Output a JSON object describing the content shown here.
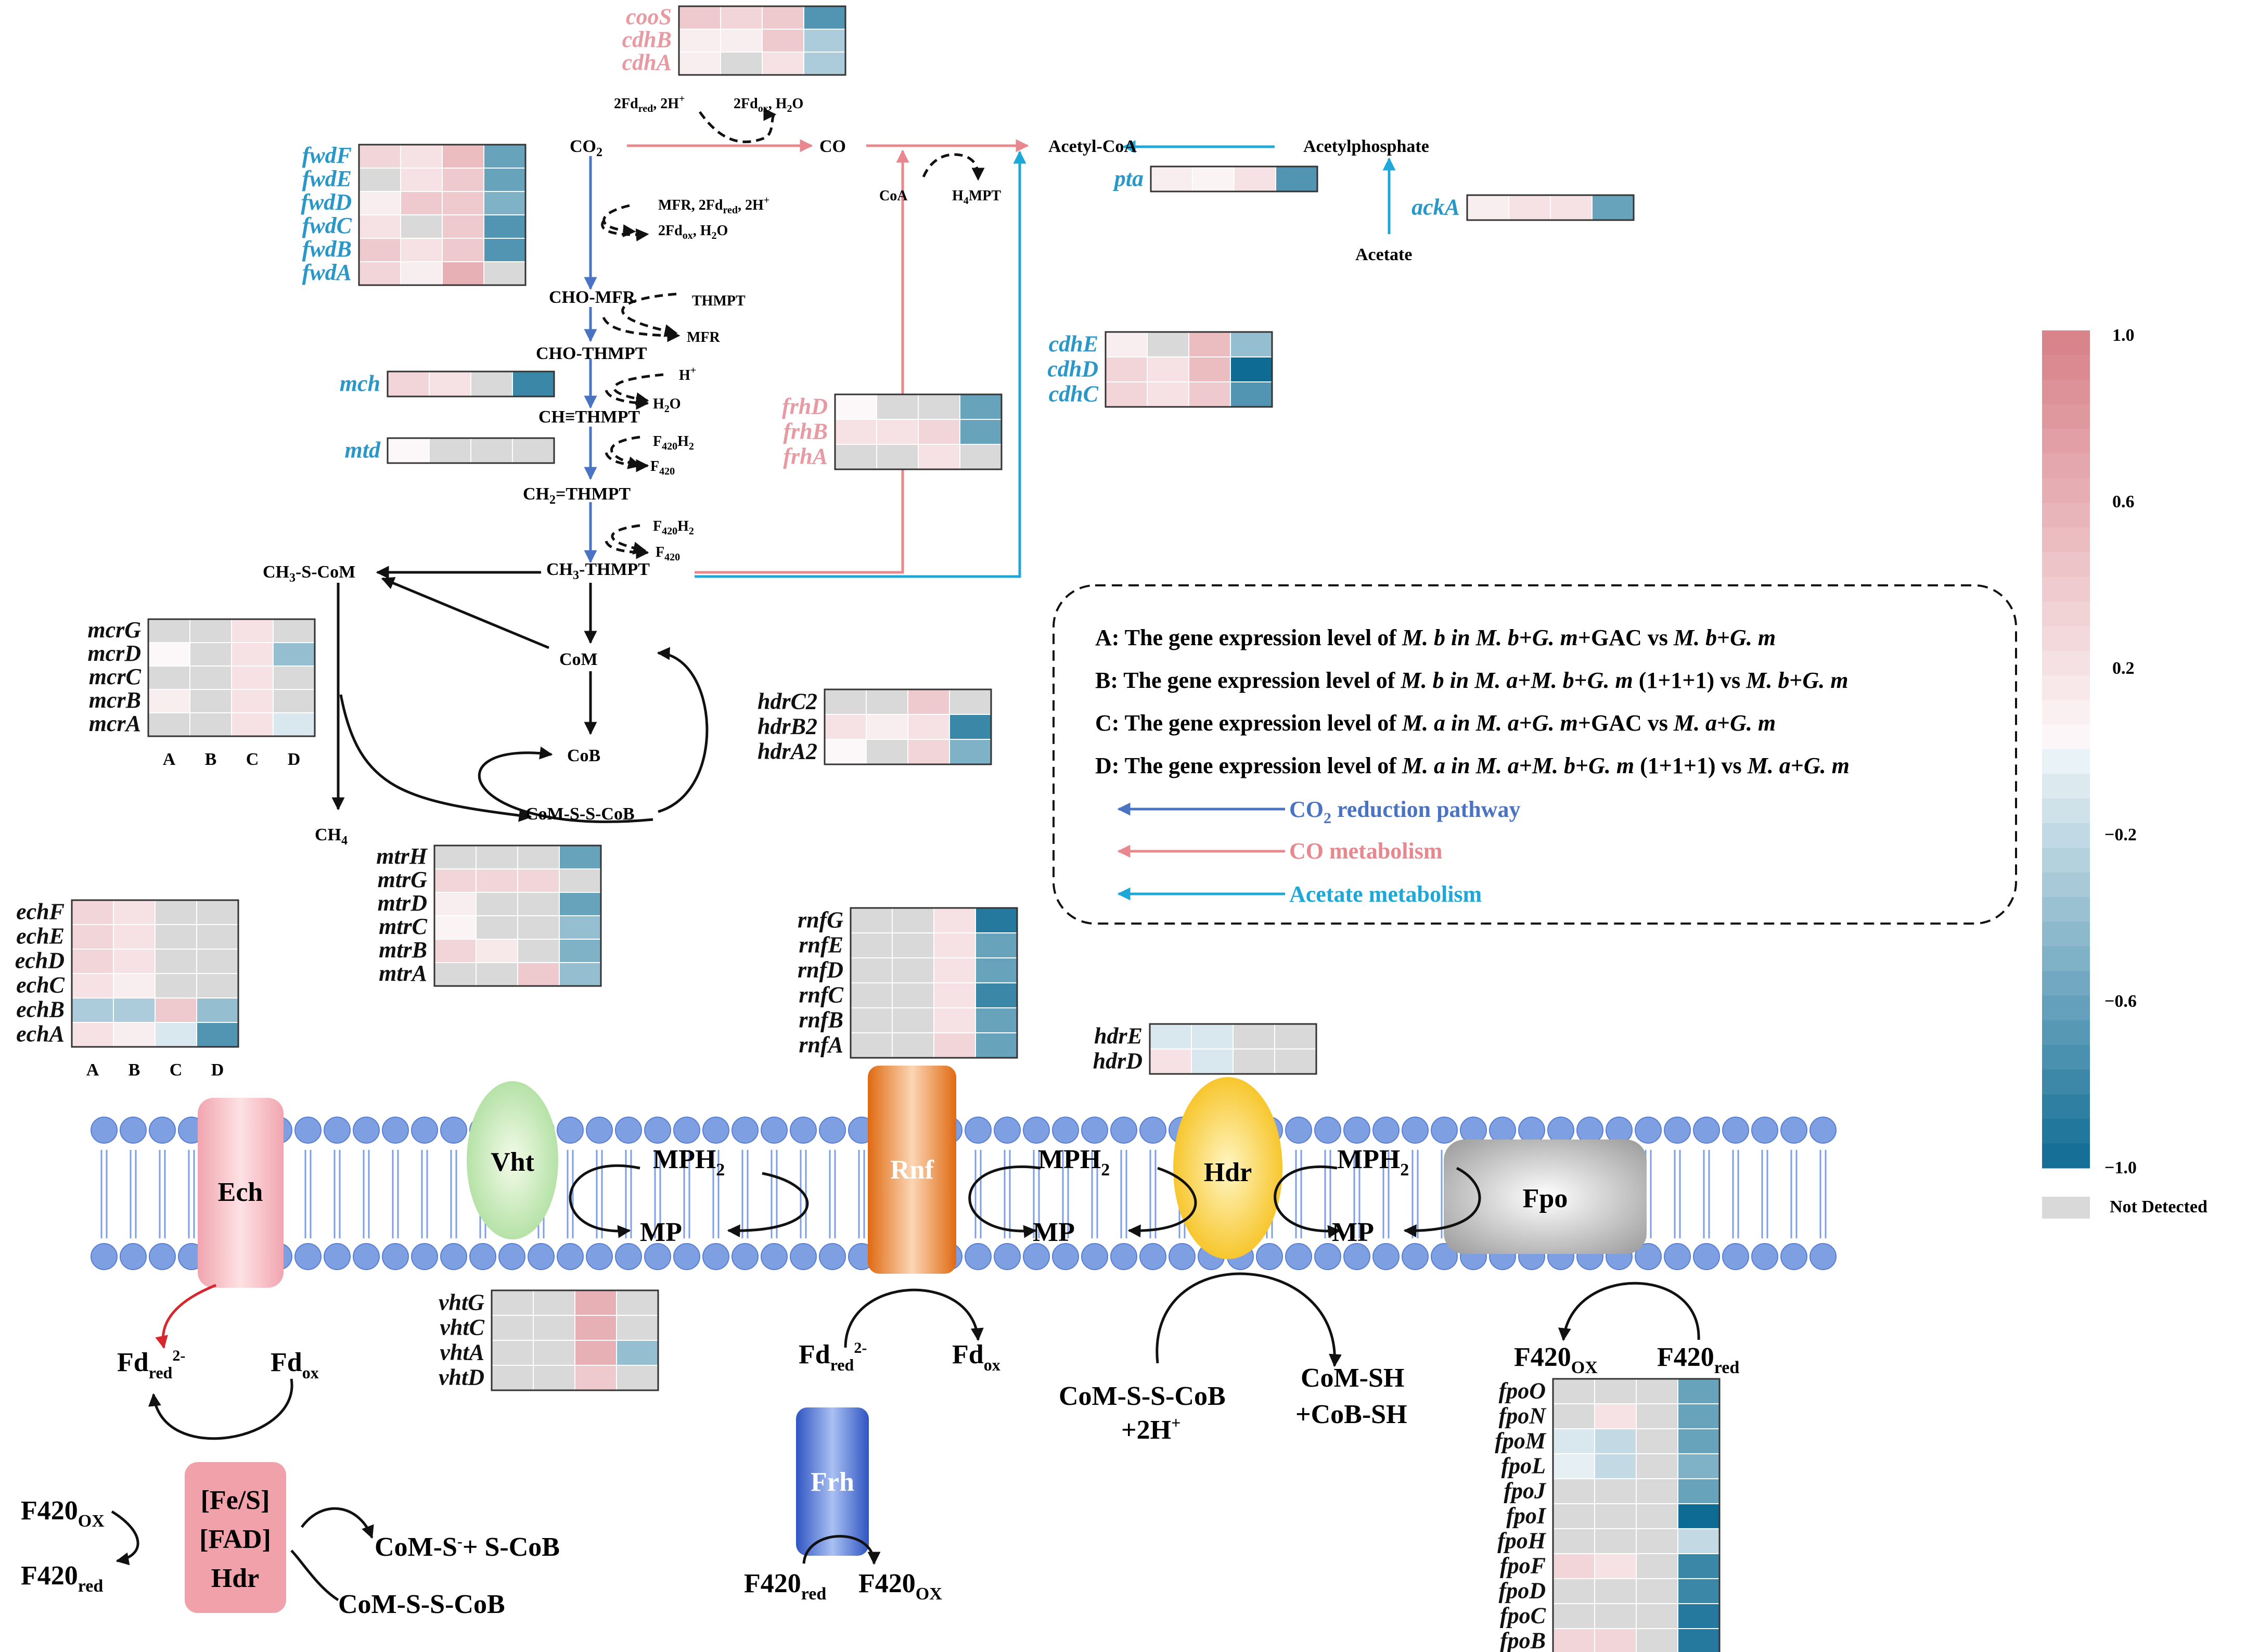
{
  "colors": {
    "co2_pathway": "#4a73c4",
    "co_metabolism": "#e8888e",
    "acetate_metabolism": "#1ea8d8",
    "pink_gene": "#e89aa2",
    "blue_gene": "#2a97c9",
    "not_detected": "#d9d9d9",
    "membrane_head": "#7f9fe3"
  },
  "col_labels": [
    "A",
    "B",
    "C",
    "D"
  ],
  "heatmaps": [
    {
      "id": "coo",
      "label_color": "pink",
      "genes": [
        "cooS",
        "cdhB",
        "cdhA"
      ],
      "values": [
        [
          0.4,
          0.3,
          0.4,
          -0.7
        ],
        [
          0.1,
          0.1,
          0.4,
          -0.3
        ],
        [
          0.1,
          null,
          0.2,
          -0.3
        ]
      ]
    },
    {
      "id": "fwd",
      "label_color": "blue",
      "genes": [
        "fwdF",
        "fwdE",
        "fwdD",
        "fwdC",
        "fwdB",
        "fwdA"
      ],
      "values": [
        [
          0.3,
          0.2,
          0.5,
          -0.6
        ],
        [
          null,
          0.2,
          0.4,
          -0.6
        ],
        [
          0.1,
          0.4,
          0.4,
          -0.5
        ],
        [
          0.2,
          null,
          0.4,
          -0.7
        ],
        [
          0.4,
          0.2,
          0.4,
          -0.7
        ],
        [
          0.3,
          0.1,
          0.6,
          null
        ]
      ]
    },
    {
      "id": "mch",
      "label_color": "blue",
      "genes": [
        "mch"
      ],
      "values": [
        [
          0.3,
          0.2,
          null,
          -0.8
        ]
      ]
    },
    {
      "id": "mtd",
      "label_color": "blue",
      "genes": [
        "mtd"
      ],
      "values": [
        [
          0.02,
          null,
          null,
          null
        ]
      ]
    },
    {
      "id": "pta",
      "label_color": "blue",
      "genes": [
        "pta"
      ],
      "values": [
        [
          0.1,
          0.05,
          0.2,
          -0.7
        ]
      ]
    },
    {
      "id": "ack",
      "label_color": "blue",
      "genes": [
        "ackA"
      ],
      "values": [
        [
          0.1,
          0.2,
          0.2,
          -0.6
        ]
      ]
    },
    {
      "id": "cdhE",
      "label_color": "blue",
      "genes": [
        "cdhE",
        "cdhD",
        "cdhC"
      ],
      "values": [
        [
          0.1,
          null,
          0.5,
          -0.4
        ],
        [
          0.3,
          0.2,
          0.5,
          -1.0
        ],
        [
          0.3,
          0.2,
          0.4,
          -0.7
        ]
      ]
    },
    {
      "id": "frh",
      "label_color": "pink",
      "genes": [
        "frhD",
        "frhB",
        "frhA"
      ],
      "values": [
        [
          0.02,
          null,
          null,
          -0.6
        ],
        [
          0.2,
          0.2,
          0.3,
          -0.6
        ],
        [
          null,
          null,
          0.2,
          null
        ]
      ]
    },
    {
      "id": "mcr",
      "label_color": "black",
      "genes": [
        "mcrG",
        "mcrD",
        "mcrC",
        "mcrB",
        "mcrA"
      ],
      "values": [
        [
          null,
          null,
          0.2,
          null
        ],
        [
          0.02,
          null,
          0.2,
          -0.4
        ],
        [
          null,
          null,
          0.2,
          null
        ],
        [
          0.1,
          null,
          0.2,
          null
        ],
        [
          null,
          null,
          0.2,
          -0.1
        ]
      ],
      "show_cols": true
    },
    {
      "id": "hdrC2",
      "label_color": "black",
      "genes": [
        "hdrC2",
        "hdrB2",
        "hdrA2"
      ],
      "values": [
        [
          null,
          null,
          0.4,
          null
        ],
        [
          0.2,
          0.1,
          0.2,
          -0.8
        ],
        [
          0.02,
          null,
          0.3,
          -0.5
        ]
      ]
    },
    {
      "id": "mtr",
      "label_color": "black",
      "genes": [
        "mtrH",
        "mtrG",
        "mtrD",
        "mtrC",
        "mtrB",
        "mtrA"
      ],
      "values": [
        [
          null,
          null,
          null,
          -0.6
        ],
        [
          0.3,
          0.3,
          0.3,
          null
        ],
        [
          0.1,
          null,
          null,
          -0.6
        ],
        [
          0.05,
          null,
          null,
          -0.4
        ],
        [
          0.3,
          0.15,
          null,
          -0.5
        ],
        [
          null,
          null,
          0.4,
          -0.4
        ]
      ]
    },
    {
      "id": "ech",
      "label_color": "black",
      "genes": [
        "echF",
        "echE",
        "echD",
        "echC",
        "echB",
        "echA"
      ],
      "values": [
        [
          0.3,
          0.2,
          null,
          null
        ],
        [
          0.3,
          0.2,
          null,
          null
        ],
        [
          0.3,
          0.2,
          null,
          null
        ],
        [
          0.2,
          0.1,
          null,
          null
        ],
        [
          -0.3,
          -0.3,
          0.4,
          -0.4
        ],
        [
          0.2,
          0.1,
          -0.1,
          -0.7
        ]
      ],
      "show_cols": true
    },
    {
      "id": "rnf",
      "label_color": "black",
      "genes": [
        "rnfG",
        "rnfE",
        "rnfD",
        "rnfC",
        "rnfB",
        "rnfA"
      ],
      "values": [
        [
          null,
          null,
          0.2,
          -0.9
        ],
        [
          null,
          null,
          0.2,
          -0.6
        ],
        [
          null,
          null,
          0.2,
          -0.6
        ],
        [
          null,
          null,
          0.2,
          -0.8
        ],
        [
          null,
          null,
          0.2,
          -0.6
        ],
        [
          null,
          null,
          0.3,
          -0.6
        ]
      ]
    },
    {
      "id": "hdrE",
      "label_color": "black",
      "genes": [
        "hdrE",
        "hdrD"
      ],
      "values": [
        [
          -0.1,
          -0.1,
          null,
          null
        ],
        [
          0.2,
          -0.1,
          null,
          null
        ]
      ]
    },
    {
      "id": "vht",
      "label_color": "black",
      "genes": [
        "vhtG",
        "vhtC",
        "vhtA",
        "vhtD"
      ],
      "values": [
        [
          null,
          null,
          0.6,
          null
        ],
        [
          null,
          null,
          0.6,
          null
        ],
        [
          null,
          null,
          0.6,
          -0.4
        ],
        [
          null,
          null,
          0.4,
          null
        ]
      ]
    },
    {
      "id": "fpo",
      "label_color": "black",
      "genes": [
        "fpoO",
        "fpoN",
        "fpoM",
        "fpoL",
        "fpoJ",
        "fpoI",
        "fpoH",
        "fpoF",
        "fpoD",
        "fpoC",
        "fpoB"
      ],
      "values": [
        [
          null,
          null,
          null,
          -0.6
        ],
        [
          null,
          0.2,
          null,
          -0.6
        ],
        [
          -0.1,
          -0.2,
          null,
          -0.6
        ],
        [
          -0.05,
          -0.2,
          null,
          -0.5
        ],
        [
          null,
          null,
          null,
          -0.6
        ],
        [
          null,
          null,
          null,
          -1.0
        ],
        [
          null,
          null,
          null,
          -0.2
        ],
        [
          0.3,
          0.2,
          null,
          -0.8
        ],
        [
          null,
          null,
          null,
          -0.8
        ],
        [
          null,
          null,
          null,
          -0.9
        ],
        [
          0.3,
          0.3,
          null,
          -0.9
        ]
      ]
    }
  ],
  "labels": {
    "co2": "CO",
    "co2_sub": "2",
    "co": "CO",
    "acetyl_coa": "Acetyl-CoA",
    "acetylphosphate": "Acetylphosphate",
    "acetate": "Acetate",
    "cho_mfr": "CHO-MFR",
    "cho_thmpt": "CHO-THMPT",
    "ch_thmpt": "CH≡THMPT",
    "ch2_thmpt": "CH",
    "ch2_thmpt_rest": "=THMPT",
    "ch3_thmpt": "CH",
    "ch3_thmpt_rest": "-THMPT",
    "ch3_s_com": "CH",
    "ch3_s_com_rest": "-S-CoM",
    "com": "CoM",
    "cob": "CoB",
    "com_s_s_cob": "CoM-S-S-CoB",
    "ch4": "CH",
    "ch4_sub": "4",
    "coa": "CoA",
    "h4mpt": "H",
    "h4mpt_rest": "MPT",
    "fd_cofactor_1": "2Fd",
    "fd_cofactor_red": "red",
    "fd_cofactor_2": ", 2H",
    "fd_cofactor_ox_1": "2Fd",
    "fd_cofactor_ox": "ox",
    "fd_cofactor_ox_2": ", H",
    "fd_cofactor_ox_3": "O",
    "mfr_cof": "MFR, 2Fd",
    "mfr_cof_2": ", 2H",
    "thmpt": "THMPT",
    "mfr": "MFR",
    "h_plus": "H",
    "h2o": "H",
    "h2o_rest": "O",
    "f420h2": "F",
    "f420h2_sub": "420",
    "f420h2_rest": "H",
    "f420": "F",
    "f420_sub": "420"
  },
  "legend": {
    "lines": [
      {
        "key": "A",
        "parts": [
          "A: The gene expression level of ",
          "M. b in M. b",
          "+",
          "G. m",
          "+GAC vs ",
          "M. b",
          "+",
          "G. m"
        ]
      },
      {
        "key": "B",
        "parts": [
          "B: The gene expression level of ",
          "M. b in M. a",
          "+",
          "M. b",
          "+",
          "G. m",
          " (1+1+1) vs ",
          "M. b",
          "+",
          "G. m"
        ]
      },
      {
        "key": "C",
        "parts": [
          "C: The gene expression level of ",
          "M. a in M. a",
          "+",
          "G. m",
          "+GAC vs ",
          "M. a",
          "+",
          "G. m"
        ]
      },
      {
        "key": "D",
        "parts": [
          "D: The gene expression level of ",
          "M. a in M. a",
          "+",
          "M. b",
          "+",
          "G. m",
          " (1+1+1) vs ",
          "M. a",
          "+",
          "G. m"
        ]
      }
    ],
    "pathways": [
      {
        "label": "CO",
        "sub": "2",
        "rest": " reduction pathway",
        "color": "#4a73c4"
      },
      {
        "label": "CO metabolism",
        "sub": "",
        "rest": "",
        "color": "#e8888e"
      },
      {
        "label": "Acetate metabolism",
        "sub": "",
        "rest": "",
        "color": "#1ea8d8"
      }
    ]
  },
  "colorbar": {
    "ticks": [
      "1.0",
      "0.6",
      "0.2",
      "−0.2",
      "−0.6",
      "−1.0"
    ],
    "not_detected": "Not Detected"
  },
  "membrane": {
    "complexes": [
      "Ech",
      "Vht",
      "Rnf",
      "Hdr",
      "Fpo",
      "Frh"
    ],
    "mph2": "MPH",
    "mph2_sub": "2",
    "mp": "MP",
    "fd_red": "Fd",
    "fd_red_sub": "red",
    "fd_red_sup": "2-",
    "fd_ox": "Fd",
    "fd_ox_sub": "ox",
    "f420_ox": "F420",
    "f420_ox_sub": "OX",
    "f420_red": "F420",
    "f420_red_sub": "red",
    "fes": "[Fe/S]",
    "fad": "[FAD]",
    "hdr_soluble": "Hdr",
    "com_s_plus": "CoM-S",
    "com_s_plus_2": "+ S-CoB",
    "com_s_s_cob": "CoM-S-S-CoB",
    "com_s_s_cob_2h": "CoM-S-S-CoB",
    "two_h": "+2H",
    "com_sh": "CoM-SH",
    "cob_sh": "+CoB-SH"
  }
}
